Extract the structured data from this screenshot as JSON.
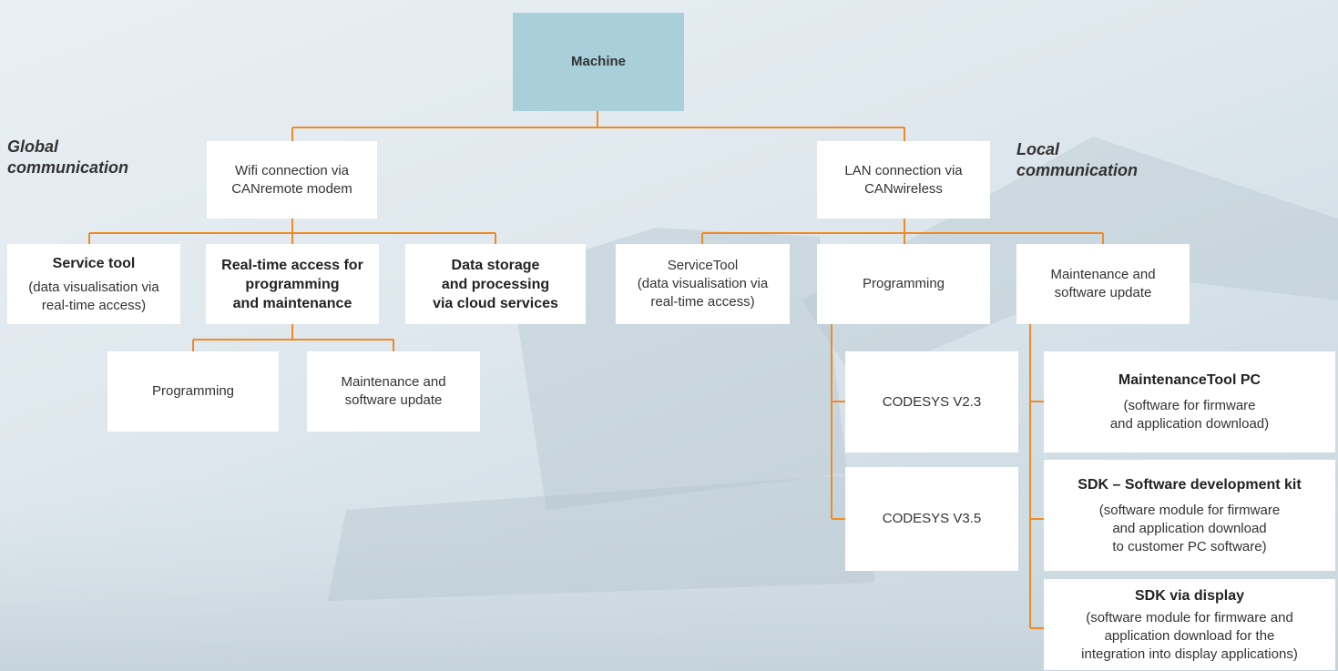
{
  "root": {
    "label": "Machine"
  },
  "global_label": "Global\ncommunication",
  "local_label": "Local\ncommunication",
  "left_branch": {
    "label": "Wifi connection via\nCANremote modem",
    "children": {
      "service_tool": {
        "title": "Service tool",
        "desc": "(data visualisation via\nreal-time access)"
      },
      "realtime": {
        "title": "Real-time access for\nprogramming\nand maintenance"
      },
      "data_storage": {
        "title": "Data storage\nand processing\nvia cloud services"
      }
    },
    "grandchildren": {
      "programming": "Programming",
      "maintenance": "Maintenance and\nsoftware update"
    }
  },
  "right_branch": {
    "label": "LAN connection via\nCANwireless",
    "children": {
      "servicetool": "ServiceTool\n(data visualisation via\nreal-time access)",
      "programming": "Programming",
      "maintenance": "Maintenance and\nsoftware update"
    },
    "programming_items": {
      "codesys23": "CODESYS V2.3",
      "codesys35": "CODESYS V3.5"
    },
    "maintenance_items": {
      "mt_pc": {
        "title": "MaintenanceTool PC",
        "desc": "(software for firmware\nand application download)"
      },
      "sdk": {
        "title": "SDK – Software development kit",
        "desc": "(software module for firmware\nand application download\nto customer PC software)"
      },
      "sdk_display": {
        "title": "SDK via display",
        "desc": "(software module for firmware and\napplication download for the\nintegration into display applications)"
      }
    }
  },
  "colors": {
    "connector": "#f08a24",
    "root_fill": "#a9cfdb",
    "box_fill": "#ffffff"
  }
}
